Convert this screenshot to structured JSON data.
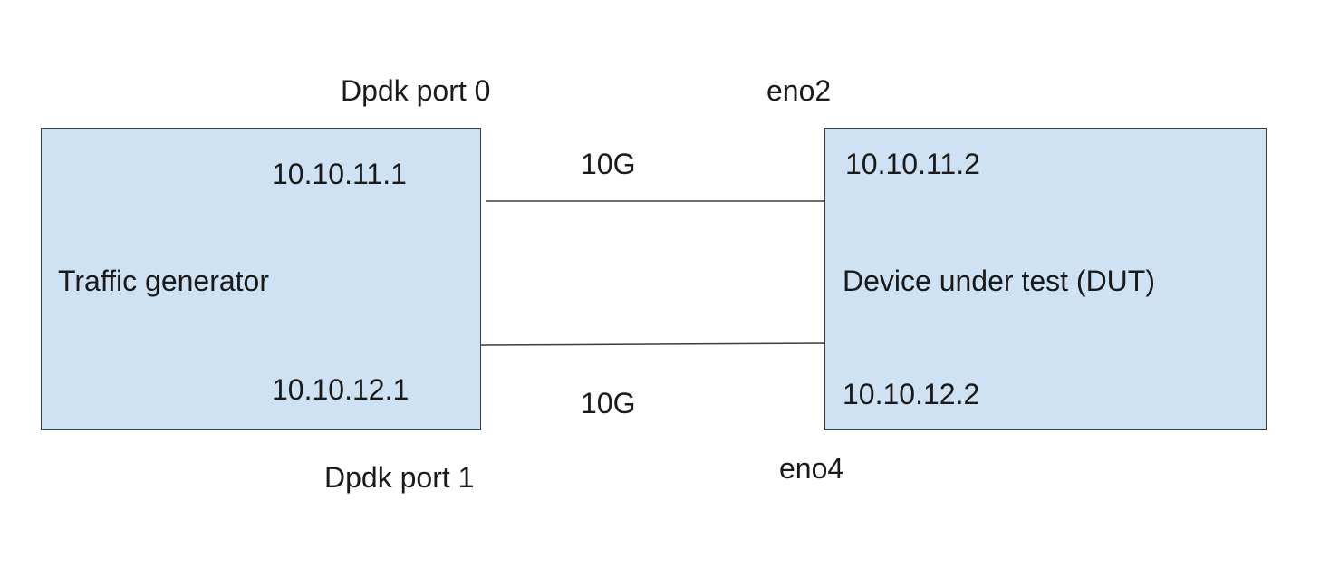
{
  "traffic_generator": {
    "label": "Traffic generator",
    "ip_port0": "10.10.11.1",
    "ip_port1": "10.10.12.1",
    "port0_label": "Dpdk port 0",
    "port1_label": "Dpdk port 1"
  },
  "dut": {
    "label": "Device under test (DUT)",
    "ip_top": "10.10.11.2",
    "ip_bottom": "10.10.12.2",
    "iface_top": "eno2",
    "iface_bottom": "eno4"
  },
  "links": {
    "top_speed": "10G",
    "bottom_speed": "10G"
  },
  "colors": {
    "box_fill": "#cfe2f3",
    "box_border": "#3c3c3c",
    "line": "#3c3c3c"
  }
}
